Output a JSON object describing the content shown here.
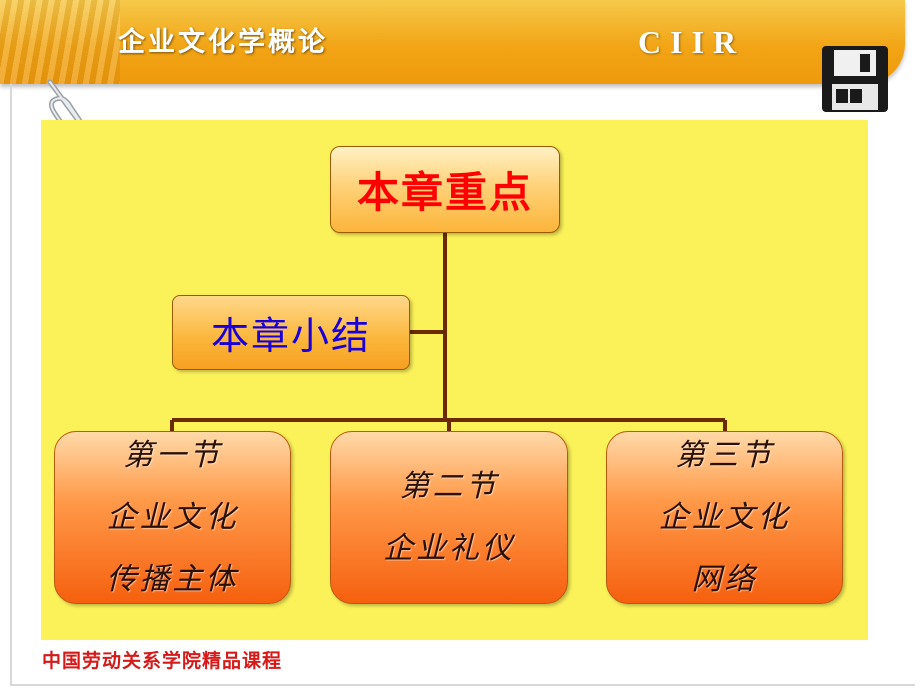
{
  "header": {
    "course_title": "企业文化学概论",
    "brand": "CIIR"
  },
  "diagram": {
    "top_node": "本章重点",
    "summary_node": "本章小结",
    "sections": [
      {
        "lines": [
          "第一节",
          "企业文化",
          "传播主体"
        ]
      },
      {
        "lines": [
          "第二节",
          "企业礼仪"
        ]
      },
      {
        "lines": [
          "第三节",
          "企业文化",
          "网络"
        ]
      }
    ]
  },
  "footer": {
    "text": "中国劳动关系学院精品课程"
  },
  "colors": {
    "header": "#f2a516",
    "panel": "#fbf158",
    "top_node_text": "#ff0000",
    "summary_text": "#1a00d8",
    "section_fill": "#f5600e",
    "footer_text": "#d61a1a",
    "connector": "#6b2a00"
  },
  "icons": [
    "floppy-disk-icon",
    "paper-clip-icon"
  ]
}
